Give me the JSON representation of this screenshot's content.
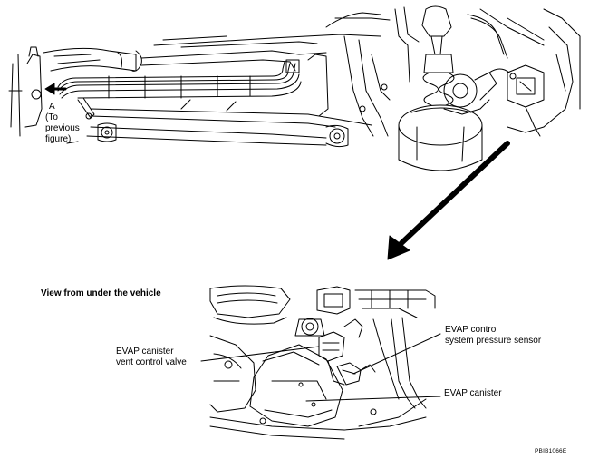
{
  "labels": {
    "marker_a": "A",
    "to_previous": "(To\nprevious\nfigure)",
    "view_title": "View from under the vehicle",
    "vent_valve": "EVAP canister\nvent control valve",
    "pressure_sensor": "EVAP control\nsystem pressure sensor",
    "canister": "EVAP canister",
    "figure_code": "PBIB1066E"
  },
  "colors": {
    "line": "#000000",
    "background": "#ffffff",
    "arrow": "#000000"
  }
}
